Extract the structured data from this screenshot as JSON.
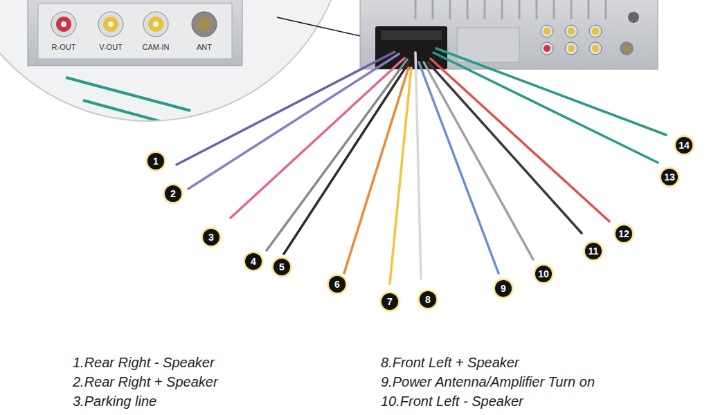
{
  "diagram": {
    "labels": [
      "R-OUT",
      "V-OUT",
      "CAM-IN",
      "ANT",
      "1",
      "2",
      "3",
      "4",
      "5",
      "6",
      "7",
      "8",
      "9",
      "10",
      "11",
      "12",
      "13",
      "14",
      "1.Rear Right - Speaker",
      "8.Front Left + Speaker",
      "2.Rear Right + Speaker",
      "9.Power Antenna/Amplifier Turn on",
      "3.Parking line",
      "10.Front Left - Speaker"
    ]
  }
}
